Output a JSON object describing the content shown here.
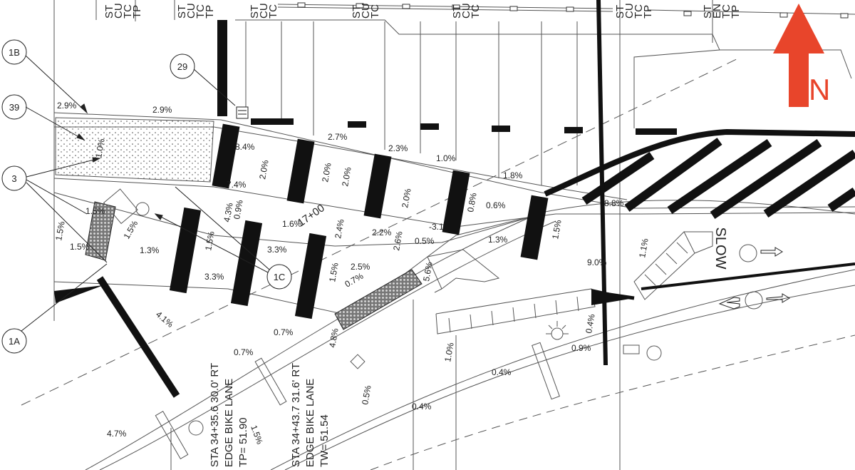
{
  "top_codes": [
    [
      "ST",
      "CU",
      "TC",
      "TP"
    ],
    [
      "ST",
      "CU",
      "TC",
      "TP"
    ],
    [
      "ST",
      "CU",
      "TC"
    ],
    [
      "ST",
      "CU",
      "TC"
    ],
    [
      "ST",
      "CU",
      "TC"
    ],
    [
      "ST",
      "CU",
      "TC",
      "TP"
    ],
    [
      "ST",
      "EN",
      "TC",
      "TP"
    ]
  ],
  "north_label": "N",
  "colors": {
    "north_arrow": "#e8452b",
    "ink": "#111111",
    "line": "#555555"
  },
  "callouts": {
    "c1b": "1B",
    "c39": "39",
    "c3": "3",
    "c29": "29",
    "c1c": "1C",
    "c1a": "1A"
  },
  "slopes": {
    "s1": "2.9%",
    "s2": "2.9%",
    "s3": "8.4%",
    "s4": "2.7%",
    "s5": "2.3%",
    "s6": "1.0%",
    "s7": "1.8%",
    "s8": "1.0%",
    "s9": "2.0%",
    "s10": "2.0%",
    "s11": "2.0%",
    "s12": "2.0%",
    "s13": "7.4%",
    "s14": "4.3%",
    "s15": "0.9%",
    "s16": "1.6%",
    "s17": "2.4%",
    "s18": "2.2%",
    "s19": "2.6%",
    "s20": "0.5%",
    "s21": "-3.1",
    "s22": "0.8%",
    "s23": "0.6%",
    "s24": "1.3%",
    "s25": "1.5%",
    "s26": "8.8%",
    "s27": "1.1%",
    "s28": "9.0%",
    "s29": "1.5%",
    "s30": "1.5%",
    "s31": "1.5%",
    "s32": "1.3%",
    "s33": "1.5%",
    "s34": "1.5%",
    "s35": "3.3%",
    "s36": "3.3%",
    "s37": "1.5%",
    "s38": "2.5%",
    "s39": "0.7%",
    "s40": "5.6%",
    "s41": "4.8%",
    "s42": "4.1%",
    "s43": "0.7%",
    "s44": "0.7%",
    "s45": "0.5%",
    "s46": "1.0%",
    "s47": "0.4%",
    "s48": "0.4%",
    "s49": "0.4%",
    "s50": "0.9%",
    "s51": "4.7%",
    "s52": "1.5%"
  },
  "station": "17+00",
  "annotations": {
    "a1": [
      "STA 34+35.6 30.0' RT",
      "EDGE BIKE LANE",
      "TP= 51.90"
    ],
    "a2": [
      "STA 34+43.7 31.6' RT",
      "EDGE BIKE LANE",
      "TW= 51.54"
    ]
  },
  "pavement_word": "SLOW"
}
